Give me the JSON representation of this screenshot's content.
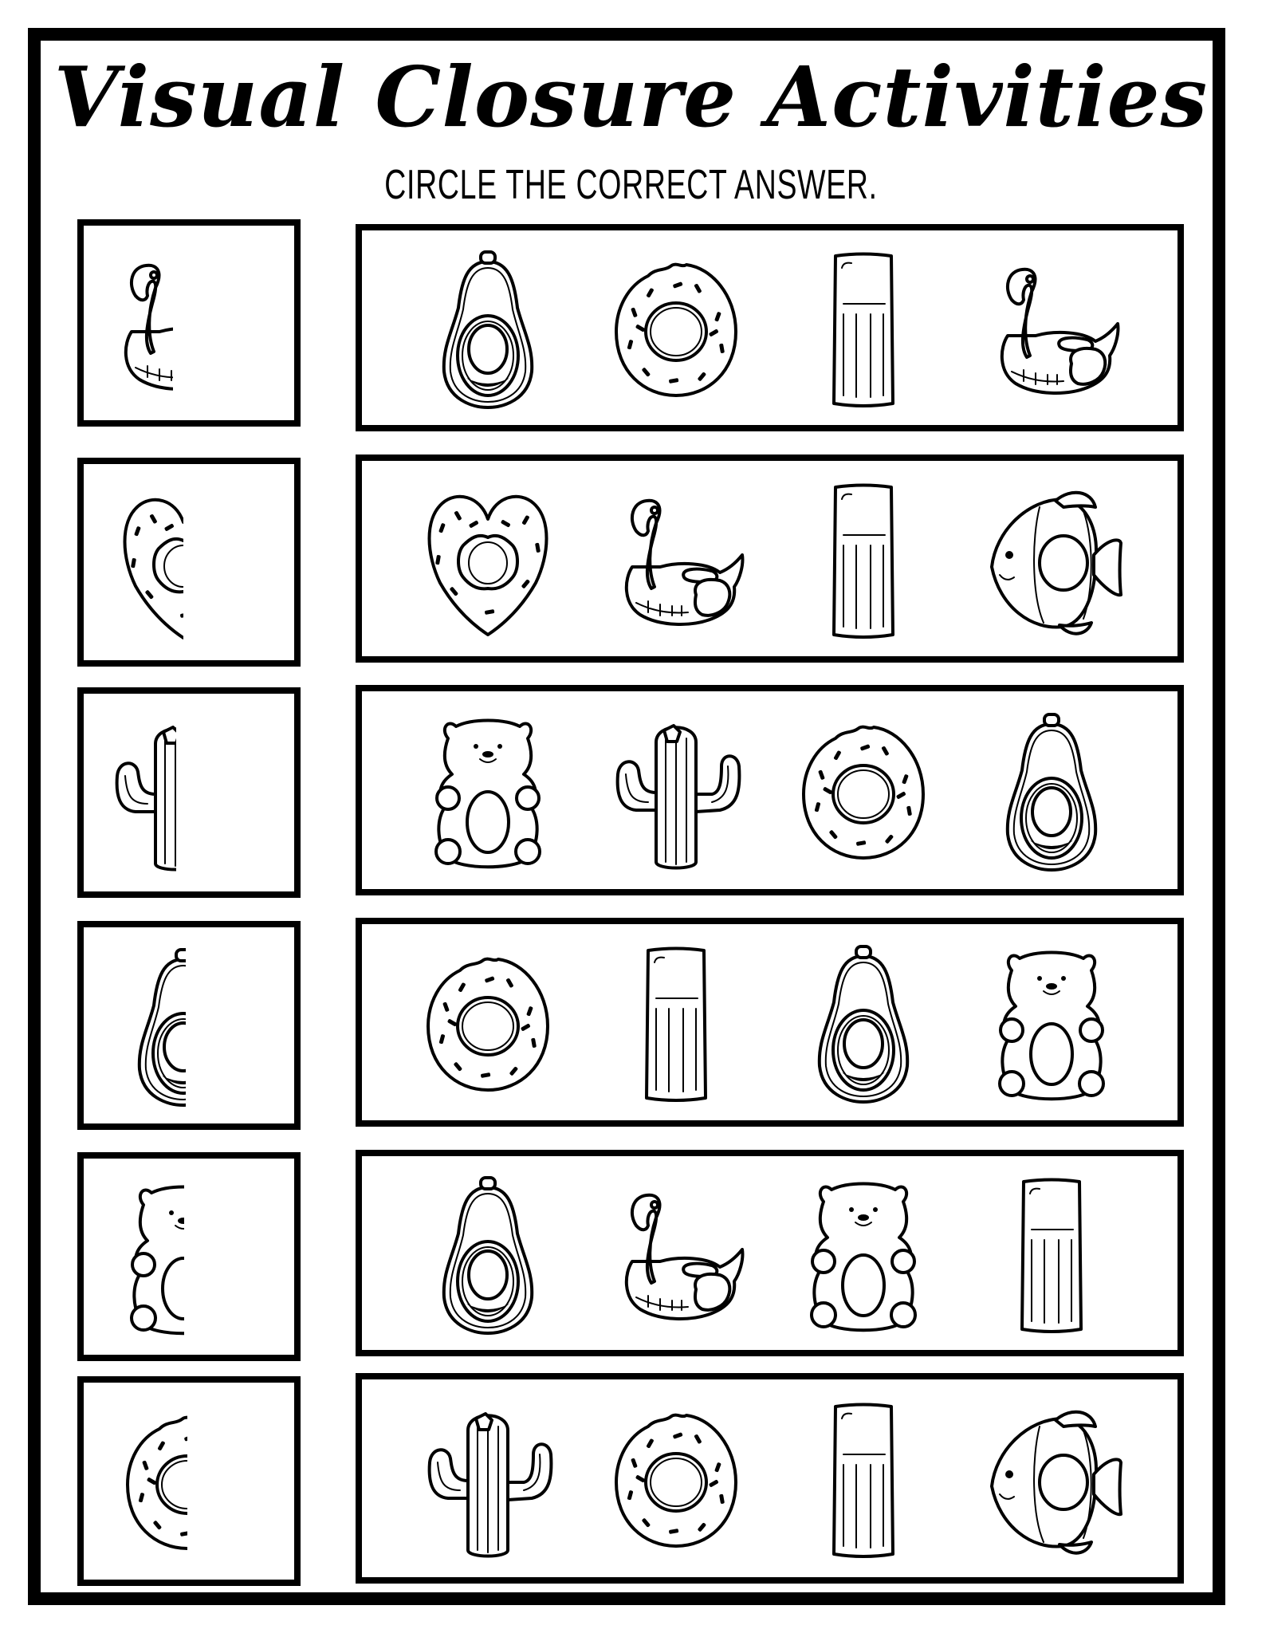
{
  "title": "Visual Closure Activities",
  "instructions": "CIRCLE THE CORRECT ANSWER.",
  "colors": {
    "ink": "#000000",
    "paper": "#ffffff"
  },
  "rows": [
    {
      "clue": "flamingo-float",
      "clue_visible": "left-half",
      "options": [
        "avocado-float",
        "donut-float",
        "pool-raft",
        "flamingo-float"
      ],
      "answer_index": 3
    },
    {
      "clue": "heart-donut-float",
      "clue_visible": "left-half",
      "options": [
        "heart-donut-float",
        "flamingo-float",
        "pool-raft",
        "fish-float"
      ],
      "answer_index": 0
    },
    {
      "clue": "cactus-float",
      "clue_visible": "left-half",
      "options": [
        "bear-float",
        "cactus-float",
        "donut-float",
        "avocado-float"
      ],
      "answer_index": 1
    },
    {
      "clue": "avocado-float",
      "clue_visible": "left-half",
      "options": [
        "donut-float",
        "pool-raft",
        "avocado-float",
        "bear-float"
      ],
      "answer_index": 2
    },
    {
      "clue": "bear-float",
      "clue_visible": "left-half",
      "options": [
        "avocado-float",
        "flamingo-float",
        "bear-float",
        "pool-raft"
      ],
      "answer_index": 2
    },
    {
      "clue": "donut-float",
      "clue_visible": "left-half",
      "options": [
        "cactus-float",
        "donut-float",
        "pool-raft",
        "fish-float"
      ],
      "answer_index": 1
    }
  ]
}
